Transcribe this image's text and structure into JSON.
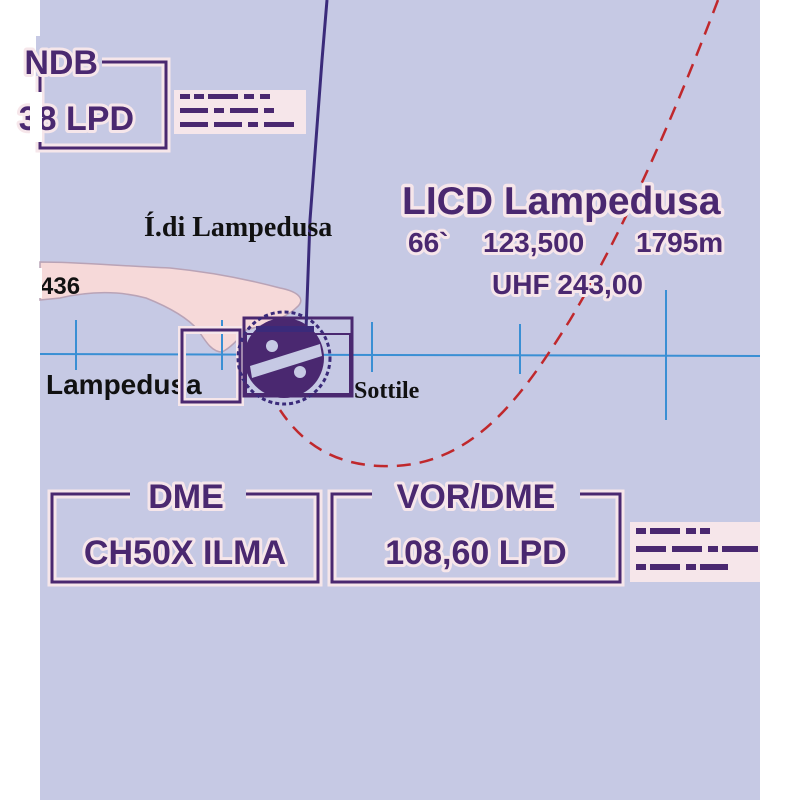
{
  "map": {
    "colors": {
      "sea": "#c6c9e4",
      "land": "#f6d9d9",
      "purple": "#4a2870",
      "frame_halo": "#f6e6ea",
      "boundary_red": "#c0282c",
      "grid_blue": "#3a8fd4",
      "route": "#3a2a7a"
    },
    "ndb_box": {
      "line1": "NDB",
      "line2": "38 LPD"
    },
    "island_label": "Í.di Lampedusa",
    "elevation_label": "436",
    "town_label": "Lampedusa",
    "point_label": "Sottile",
    "airport": {
      "name": "LICD Lampedusa",
      "elev": "66`",
      "freq": "123,500",
      "rwy": "1795m",
      "uhf": "UHF 243,00"
    },
    "dme_box": {
      "title": "DME",
      "value": "CH50X ILMA"
    },
    "vordme_box": {
      "title": "VOR/DME",
      "value": "108,60 LPD"
    },
    "icons": [
      "airport-symbol-icon",
      "morse-code-icon",
      "vor-dme-symbol-icon"
    ]
  }
}
